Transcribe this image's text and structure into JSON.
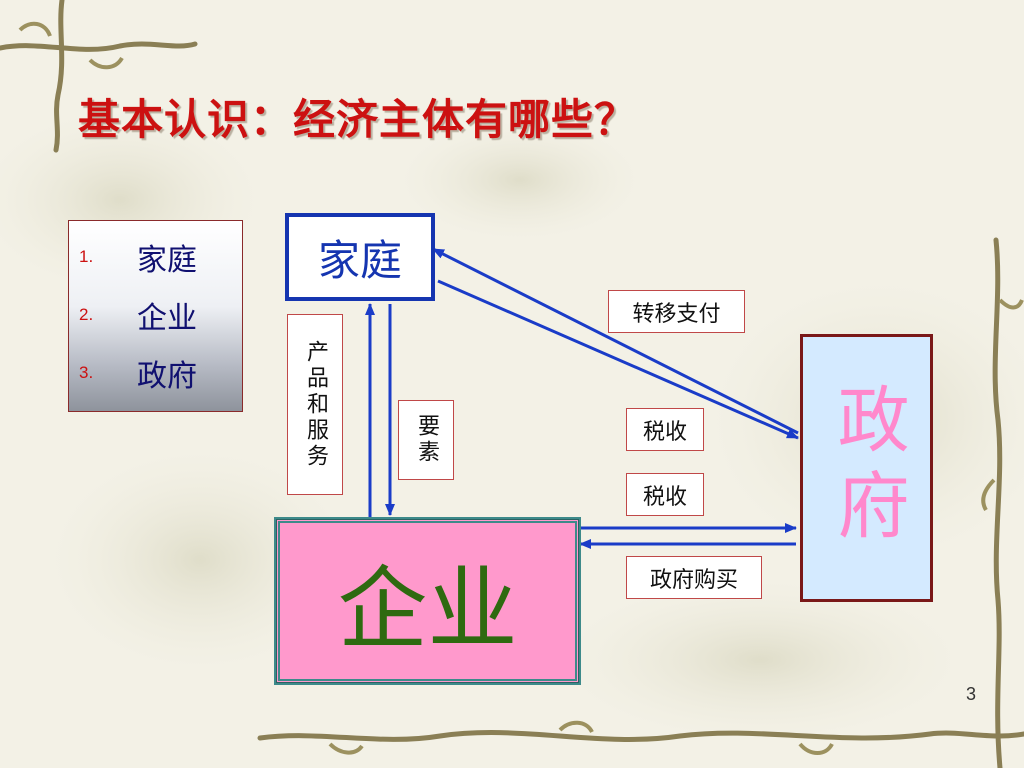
{
  "title": "基本认识：经济主体有哪些？",
  "list": [
    {
      "num": "1.",
      "text": "家庭"
    },
    {
      "num": "2.",
      "text": "企业"
    },
    {
      "num": "3.",
      "text": "政府"
    }
  ],
  "nodes": {
    "household": "家庭",
    "enterprise": "企业",
    "government": "政府"
  },
  "labels": {
    "products_services": "产品和服务",
    "factors": "要素",
    "transfer_payment": "转移支付",
    "tax_1": "税收",
    "tax_2": "税收",
    "government_purchase": "政府购买"
  },
  "page_number": "3",
  "colors": {
    "title": "#cc1111",
    "arrow": "#1a3cc8",
    "household_border": "#1535b0",
    "enterprise_fill": "#ff99cc",
    "enterprise_text": "#2e6a10",
    "government_fill": "#d4eaff",
    "government_text": "#ff88cc"
  }
}
